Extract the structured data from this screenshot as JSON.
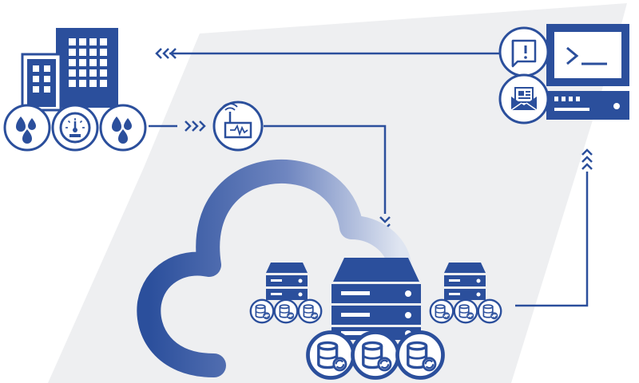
{
  "colors": {
    "primary": "#2b4f9c",
    "dark": "#1c3a80",
    "light": "#e7ecf6",
    "backdrop": "#eeeff1",
    "white": "#ffffff"
  },
  "icons": {
    "building": "building-icon",
    "water_sensor": "water-drop-icon",
    "pressure_gauge": "gauge-icon",
    "gateway": "wireless-gateway-icon",
    "cloud": "cloud-icon",
    "server": "server-rack-icon",
    "database": "database-sync-icon",
    "workstation": "terminal-computer-icon",
    "alert": "alert-flag-icon",
    "mail": "email-icon"
  },
  "flow": [
    "building-sensors",
    "wireless-gateway",
    "cloud-servers",
    "workstation",
    "building-sensors"
  ],
  "labels": {
    "building": "",
    "gateway": "",
    "cloud": "",
    "workstation": ""
  }
}
